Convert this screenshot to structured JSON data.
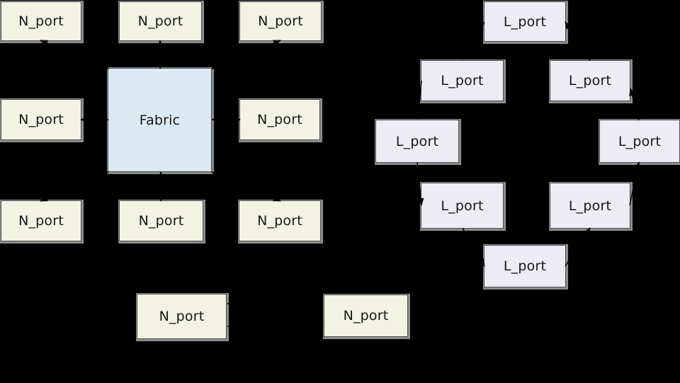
{
  "diagram": {
    "background_color": "#000000",
    "node_labels": {
      "n_port": "N_port",
      "l_port": "L_port",
      "fabric": "Fabric"
    },
    "node_counts": {
      "n_port": 10,
      "l_port": 8,
      "fabric": 1
    },
    "colors": {
      "n_port_fill": "#f2f3e3",
      "fabric_fill": "#dcebf3",
      "l_port_fill": "#edebf4",
      "node_border": "#4d4d4d",
      "node_shadow": "#8e8e8e",
      "connector": "#000000",
      "label_text": "#161616"
    }
  }
}
